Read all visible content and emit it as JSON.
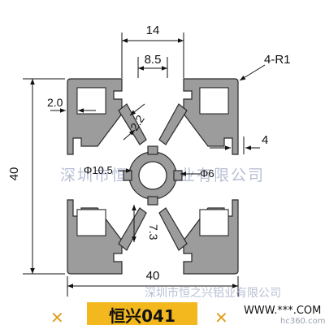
{
  "dimensions": {
    "top_width": "14",
    "slot_width": "8.5",
    "corner_radius": "4-R1",
    "wall": "2.0",
    "web": "2.2",
    "lip": "4",
    "bore_outer": "Φ10.5",
    "bore_inner": "Φ6",
    "slot_depth": "7.3",
    "height": "40",
    "width": "40"
  },
  "watermark": {
    "center_text": "深圳市恒之兴铝业有限公司",
    "bottom_text": "深圳市恒之兴铝业有限公司",
    "site_text": "WWW.***.COM",
    "corner_text": "hc360.com"
  },
  "banner": {
    "model_label": "恒兴041"
  },
  "colors": {
    "profile_fill": "#9c9c9c",
    "profile_stroke": "#2a2a2a",
    "watermark": "#b8bfd4",
    "banner_fill": "#f2b81e",
    "star": "#e0a020"
  }
}
